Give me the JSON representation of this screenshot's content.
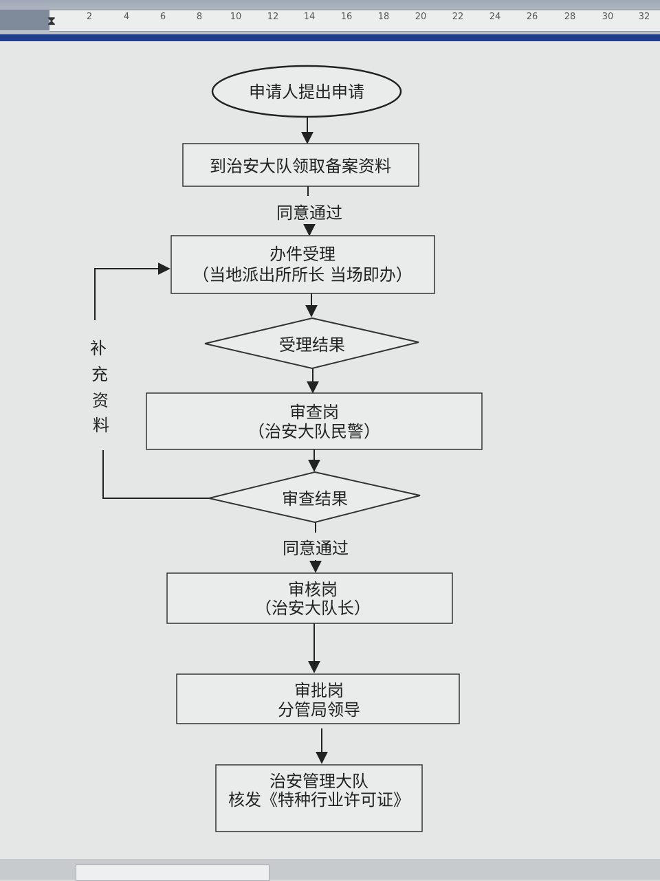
{
  "ruler": {
    "ticks": [
      "2",
      "4",
      "6",
      "8",
      "10",
      "12",
      "14",
      "16",
      "18",
      "20",
      "22",
      "24",
      "26",
      "28",
      "30",
      "32"
    ]
  },
  "flowchart": {
    "start": "申请人提出申请",
    "step1": "到治安大队领取备案资料",
    "edge_approve_1": "同意通过",
    "step2_line1": "办件受理",
    "step2_line2": "（当地派出所所长 当场即办）",
    "decision1": "受理结果",
    "step3_line1": "审查岗",
    "step3_line2": "（治安大队民警）",
    "decision2": "审查结果",
    "edge_supplement": [
      "补",
      "充",
      "资",
      "料"
    ],
    "edge_approve_2": "同意通过",
    "step4_line1": "审核岗",
    "step4_line2": "（治安大队长）",
    "step5_line1": "审批岗",
    "step5_line2": "分管局领导",
    "end_line1": "治安管理大队",
    "end_line2": "核发《特种行业许可证》"
  }
}
